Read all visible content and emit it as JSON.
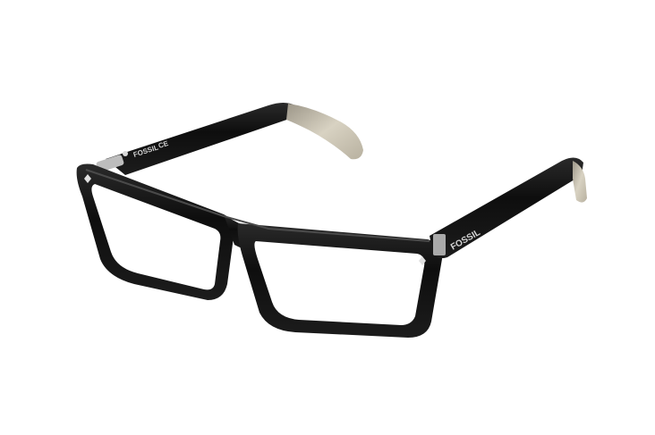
{
  "image": {
    "subject": "eyeglasses",
    "background_color": "#ffffff"
  },
  "glasses": {
    "frame_color": "#111111",
    "frame_highlight": "#3a3a3a",
    "temple_tip_color": "#c9c2b0",
    "hinge_color": "#bfbfbf",
    "left_temple_brand": "FOSSIL",
    "left_temple_mark": "CE",
    "right_temple_brand": "FOSSIL"
  }
}
